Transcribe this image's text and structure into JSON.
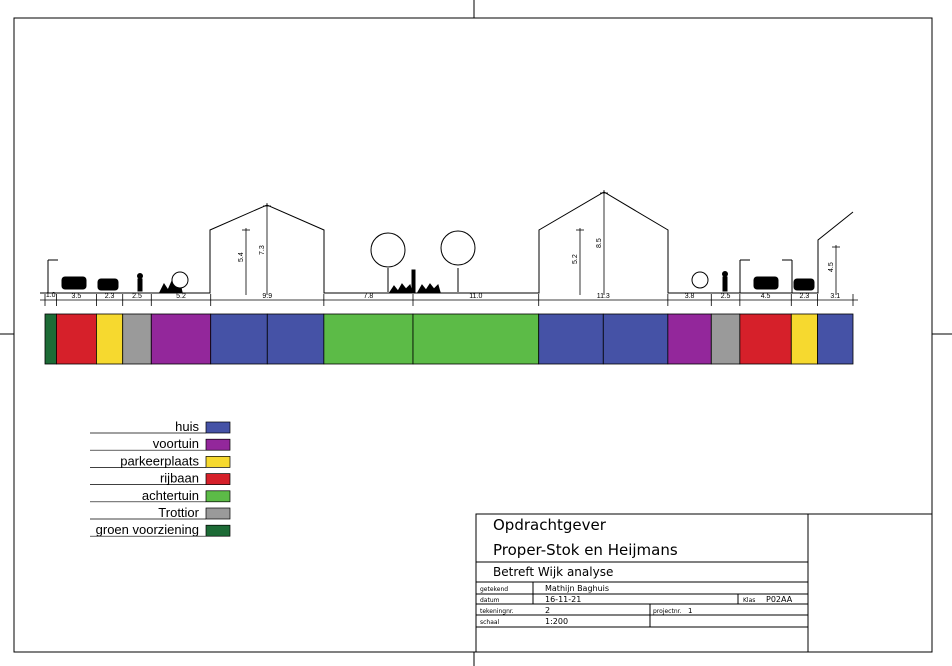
{
  "colors": {
    "huis": "#4552a6",
    "voortuin": "#93279b",
    "parkeerplaats": "#f6d92f",
    "rijbaan": "#d6202a",
    "achtertuin": "#5cbb47",
    "trottior": "#9a9a9a",
    "groen": "#1d6b36"
  },
  "zones": [
    {
      "label": "1.0",
      "width": 1.0,
      "fills": [
        "groen"
      ]
    },
    {
      "label": "3.5",
      "width": 3.5,
      "fills": [
        "rijbaan"
      ]
    },
    {
      "label": "2.3",
      "width": 2.3,
      "fills": [
        "parkeerplaats"
      ]
    },
    {
      "label": "2.5",
      "width": 2.5,
      "fills": [
        "trottior"
      ]
    },
    {
      "label": "5.2",
      "width": 5.2,
      "fills": [
        "voortuin"
      ]
    },
    {
      "label": "9.9",
      "width": 9.9,
      "fills": [
        "huis",
        "huis"
      ]
    },
    {
      "label": "7.8",
      "width": 7.8,
      "fills": [
        "achtertuin"
      ]
    },
    {
      "label": "11.0",
      "width": 11.0,
      "fills": [
        "achtertuin"
      ]
    },
    {
      "label": "11.3",
      "width": 11.3,
      "fills": [
        "huis",
        "huis"
      ]
    },
    {
      "label": "3.8",
      "width": 3.8,
      "fills": [
        "voortuin"
      ]
    },
    {
      "label": "2.5",
      "width": 2.5,
      "fills": [
        "trottior"
      ]
    },
    {
      "label": "4.5",
      "width": 4.5,
      "fills": [
        "rijbaan"
      ]
    },
    {
      "label": "2.3",
      "width": 2.3,
      "fills": [
        "parkeerplaats"
      ]
    },
    {
      "label": "3.1",
      "width": 3.1,
      "fills": [
        "huis"
      ]
    }
  ],
  "heights": {
    "house1_wall": "5.4",
    "house1_ridge": "7.3",
    "house2_wall": "5.2",
    "house2_ridge": "8.5",
    "house3_wall": "4.5"
  },
  "legend": [
    {
      "label": "huis",
      "key": "huis"
    },
    {
      "label": "voortuin",
      "key": "voortuin"
    },
    {
      "label": "parkeerplaats",
      "key": "parkeerplaats"
    },
    {
      "label": "rijbaan",
      "key": "rijbaan"
    },
    {
      "label": "achtertuin",
      "key": "achtertuin"
    },
    {
      "label": "Trottior",
      "key": "trottior"
    },
    {
      "label": "groen voorziening",
      "key": "groen"
    }
  ],
  "title_block": {
    "client_label": "Opdrachtgever",
    "client": "Proper-Stok en Heijmans",
    "subject": "Betreft Wijk analyse",
    "drawn_label": "getekend",
    "drawn": "Mathijn Baghuis",
    "date_label": "datum",
    "date": "16-11-21",
    "class_label": "Klas",
    "class": "P02AA",
    "drawing_no_label": "tekeningnr.",
    "drawing_no": "2",
    "project_no_label": "projectnr.",
    "project_no": "1",
    "scale_label": "schaal",
    "scale": "1:200"
  }
}
